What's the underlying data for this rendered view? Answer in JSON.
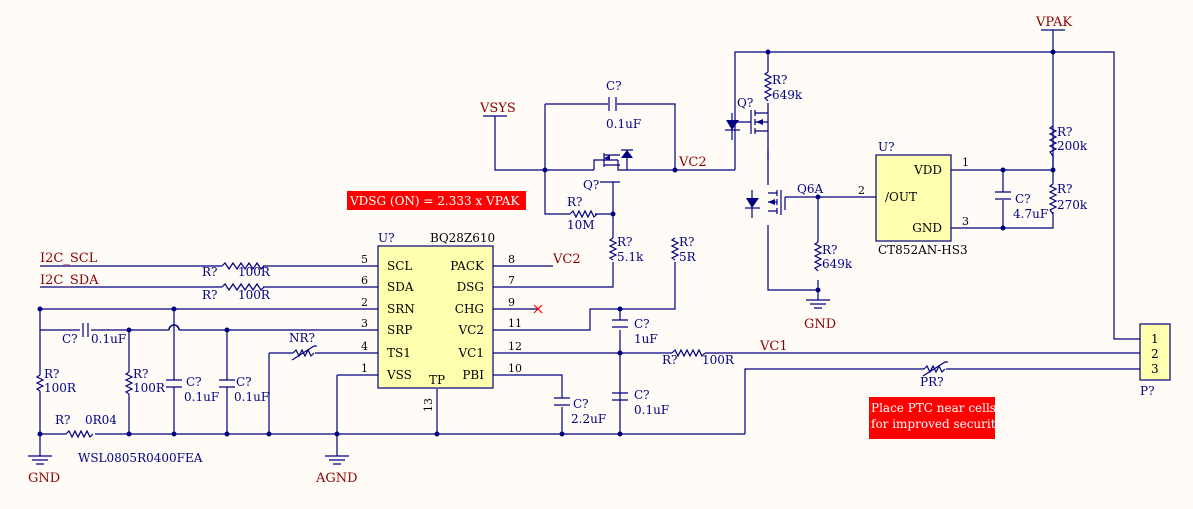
{
  "annotations": {
    "vdsg_formula": "VDSG (ON) = 2.333 x VPAK",
    "ptc_note_line1": "Place PTC near cells",
    "ptc_note_line2": "for improved security"
  },
  "colors": {
    "background": "#FFFCF8",
    "wire": "#000080",
    "body": "#FFFFB0",
    "net_label": "#8B0000",
    "annotation": "#FF0000"
  },
  "u_bq": {
    "ref": "U?",
    "part": "BQ28Z610",
    "left_pins": [
      {
        "name": "SCL",
        "num": "5"
      },
      {
        "name": "SDA",
        "num": "6"
      },
      {
        "name": "SRN",
        "num": "2"
      },
      {
        "name": "SRP",
        "num": "3"
      },
      {
        "name": "TS1",
        "num": "4"
      },
      {
        "name": "VSS",
        "num": "1"
      }
    ],
    "right_pins": [
      {
        "name": "PACK",
        "num": "8"
      },
      {
        "name": "DSG",
        "num": "7"
      },
      {
        "name": "CHG",
        "num": "9"
      },
      {
        "name": "VC2",
        "num": "11"
      },
      {
        "name": "VC1",
        "num": "12"
      },
      {
        "name": "PBI",
        "num": "10"
      }
    ],
    "bottom_pin": {
      "name": "TP",
      "num": "13"
    }
  },
  "u_ct": {
    "ref": "U?",
    "part": "CT852AN-HS3",
    "pins": [
      {
        "name": "VDD",
        "num": "1"
      },
      {
        "name": "/OUT",
        "num": "2"
      },
      {
        "name": "GND",
        "num": "3"
      }
    ]
  },
  "connector": {
    "ref": "P?",
    "pins": [
      "1",
      "2",
      "3"
    ]
  },
  "nets": {
    "i2c_scl": "I2C_SCL",
    "i2c_sda": "I2C_SDA",
    "vc2": "VC2",
    "vc2_pack": "VC2",
    "vc1": "VC1",
    "vsys": "VSYS",
    "vpak": "VPAK",
    "gnd_left": "GND",
    "agnd": "AGND",
    "gnd_right": "GND",
    "q6a": "Q6A"
  },
  "components": {
    "r_scl": {
      "ref": "R?",
      "value": "100R"
    },
    "r_sda": {
      "ref": "R?",
      "value": "100R"
    },
    "c_srp": {
      "ref": "C?",
      "value": "0.1uF"
    },
    "r_left1": {
      "ref": "R?",
      "value": "100R"
    },
    "r_left2": {
      "ref": "R?",
      "value": "100R"
    },
    "c_left1": {
      "ref": "C?",
      "value": "0.1uF"
    },
    "c_left2": {
      "ref": "C?",
      "value": "0.1uF"
    },
    "r_sense": {
      "ref": "R?",
      "value": "0R04",
      "part": "WSL0805R0400FEA"
    },
    "ntc": {
      "ref": "NR?"
    },
    "c_top": {
      "ref": "C?",
      "value": "0.1uF"
    },
    "q_top": {
      "ref": "Q?"
    },
    "r_10m": {
      "ref": "R?",
      "value": "10M"
    },
    "r_5k1": {
      "ref": "R?",
      "value": "5.1k"
    },
    "r_5r": {
      "ref": "R?",
      "value": "5R"
    },
    "c_1uf": {
      "ref": "C?",
      "value": "1uF"
    },
    "c_vc1": {
      "ref": "C?",
      "value": "0.1uF"
    },
    "c_pbi": {
      "ref": "C?",
      "value": "2.2uF"
    },
    "r_vc1": {
      "ref": "R?",
      "value": "100R"
    },
    "ptc": {
      "ref": "PR?"
    },
    "q_main": {
      "ref": "Q?"
    },
    "r_649a": {
      "ref": "R?",
      "value": "649k"
    },
    "r_649b": {
      "ref": "R?",
      "value": "649k"
    },
    "c_47": {
      "ref": "C?",
      "value": "4.7uF"
    },
    "r_200k": {
      "ref": "R?",
      "value": "200k"
    },
    "r_270k": {
      "ref": "R?",
      "value": "270k"
    }
  }
}
